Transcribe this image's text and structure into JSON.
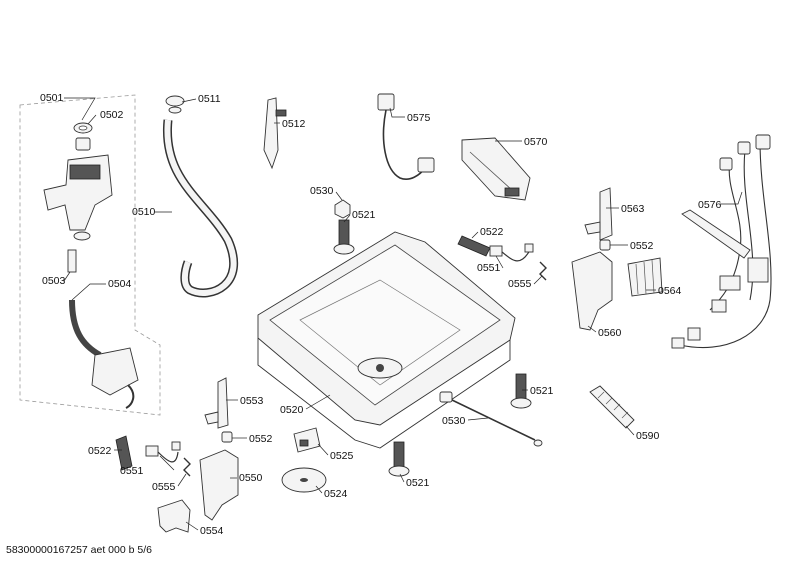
{
  "labels": {
    "p0501": "0501",
    "p0502": "0502",
    "p0503": "0503",
    "p0504": "0504",
    "p0510": "0510",
    "p0511": "0511",
    "p0512": "0512",
    "p0575": "0575",
    "p0570": "0570",
    "p0576": "0576",
    "p0530a": "0530",
    "p0521a": "0521",
    "p0522a": "0522",
    "p0551a": "0551",
    "p0555a": "0555",
    "p0563": "0563",
    "p0552a": "0552",
    "p0564": "0564",
    "p0560": "0560",
    "p0520": "0520",
    "p0553": "0553",
    "p0552b": "0552",
    "p0522b": "0522",
    "p0551b": "0551",
    "p0555b": "0555",
    "p0550": "0550",
    "p0554": "0554",
    "p0525": "0525",
    "p0524": "0524",
    "p0530b": "0530",
    "p0521b": "0521",
    "p0521c": "0521",
    "p0590": "0590"
  },
  "footer": "58300000167257 aet 000 b 5/6"
}
